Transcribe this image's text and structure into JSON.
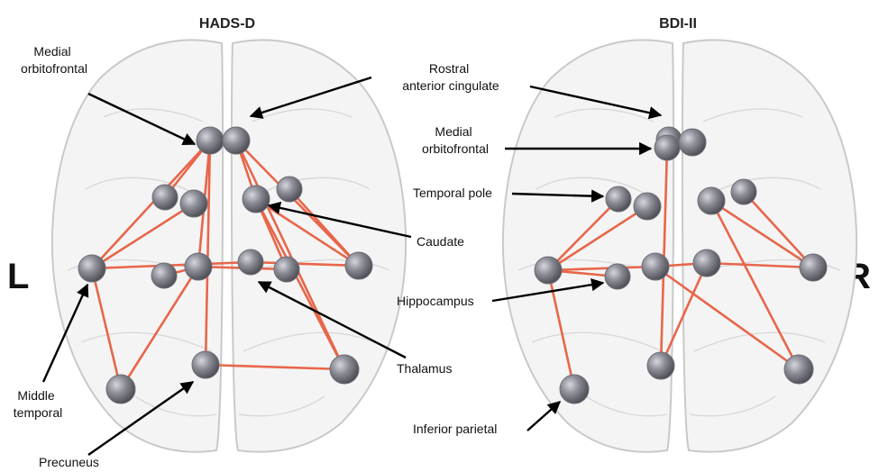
{
  "panels": [
    {
      "title": "HADS-D"
    },
    {
      "title": "BDI-II"
    }
  ],
  "side_labels": {
    "left": "L",
    "right": "R"
  },
  "regions": {
    "medial_orbitofrontal": [
      "Medial",
      "orbitofrontal"
    ],
    "rostral_anterior_cingulate": [
      "Rostral",
      "anterior cingulate"
    ],
    "temporal_pole": "Temporal pole",
    "caudate": "Caudate",
    "hippocampus": "Hippocampus",
    "thalamus": "Thalamus",
    "middle_temporal": [
      "Middle",
      "temporal"
    ],
    "inferior_parietal": "Inferior parietal",
    "precuneus": "Precuneus"
  },
  "colors": {
    "edge": "#e8664a",
    "node": "#8c8c96",
    "brain_fill": "#f4f4f4"
  }
}
